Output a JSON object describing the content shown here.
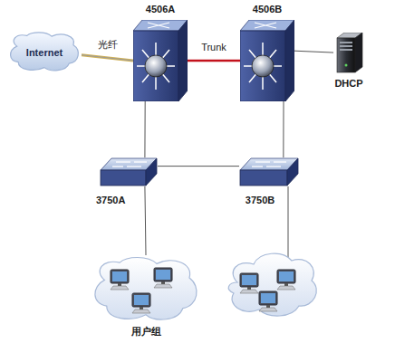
{
  "diagram": {
    "nodes": [
      {
        "text": [
          "Internet"
        ]
      },
      {
        "text": [
          "4506A"
        ]
      },
      {
        "text": [
          "4506B"
        ]
      },
      {
        "text": [
          "DHCP"
        ]
      },
      {
        "text": [
          "3750A"
        ]
      },
      {
        "text": [
          "3750B"
        ]
      },
      {
        "text": [
          "用户组"
        ]
      }
    ],
    "edges": [
      {
        "from": 0,
        "to": 1,
        "label": "光纤",
        "arrow": "none"
      },
      {
        "from": 1,
        "to": 2,
        "label": "Trunk",
        "arrow": "none"
      },
      {
        "from": 2,
        "to": 3,
        "arrow": "none"
      },
      {
        "from": 1,
        "to": 4,
        "arrow": "none"
      },
      {
        "from": 2,
        "to": 5,
        "arrow": "none"
      },
      {
        "from": 4,
        "to": 5,
        "arrow": "none"
      },
      {
        "from": 4,
        "to": 6,
        "arrow": "none"
      }
    ]
  }
}
